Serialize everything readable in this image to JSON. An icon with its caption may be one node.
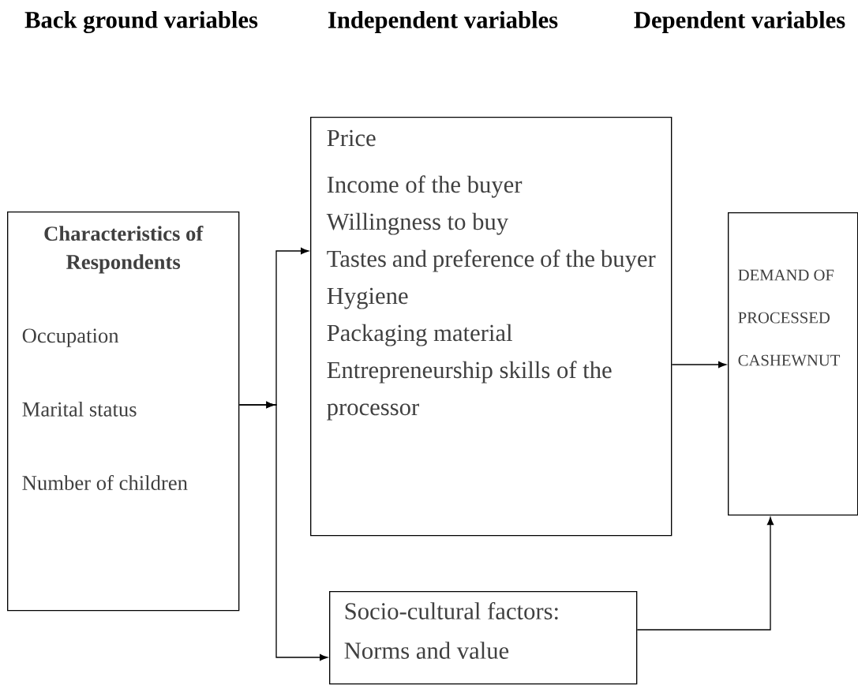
{
  "diagram": {
    "nodes": [
      {
        "text": [
          "Characteristics of Respondents",
          "Occupation",
          "Marital status",
          "Number of children"
        ]
      },
      {
        "text": [
          "Price",
          "Income of the buyer",
          "Willingness to buy",
          "Tastes and preference of the buyer",
          "Hygiene",
          "Packaging material",
          "Entrepreneurship skills of the processor"
        ]
      },
      {
        "text": [
          "DEMAND OF PROCESSED CASHEWNUT"
        ]
      },
      {
        "text": [
          "Socio-cultural factors:",
          "Norms and value"
        ]
      }
    ],
    "edges": [
      {
        "from": 0,
        "to": 1,
        "arrow": "to"
      },
      {
        "from": 0,
        "to": 3,
        "arrow": "to"
      },
      {
        "from": 1,
        "to": 2,
        "arrow": "to"
      },
      {
        "from": 3,
        "to": 2,
        "arrow": "to"
      }
    ],
    "labels": [
      "Back ground variables",
      "Independent variables",
      "Dependent variables"
    ]
  }
}
